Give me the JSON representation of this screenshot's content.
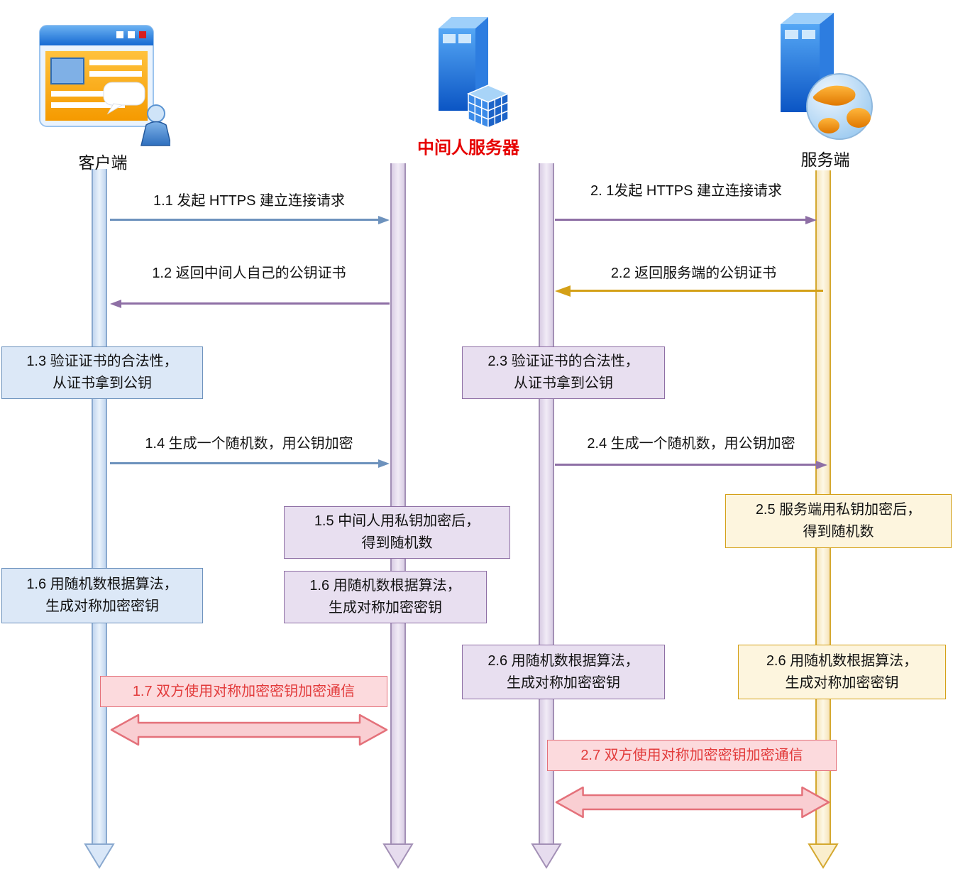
{
  "actors": {
    "client": {
      "label": "客户端"
    },
    "mitm": {
      "label": "中间人服务器"
    },
    "server": {
      "label": "服务端"
    }
  },
  "messages": {
    "m1_1": "1.1 发起 HTTPS 建立连接请求",
    "m2_1": "2. 1发起 HTTPS 建立连接请求",
    "m1_2": "1.2 返回中间人自己的公钥证书",
    "m2_2": "2.2 返回服务端的公钥证书",
    "m1_4": "1.4 生成一个随机数，用公钥加密",
    "m2_4": "2.4 生成一个随机数，用公钥加密"
  },
  "notes": {
    "n1_3": "1.3 验证证书的合法性，\n从证书拿到公钥",
    "n2_3": "2.3 验证证书的合法性，\n从证书拿到公钥",
    "n1_5": "1.5 中间人用私钥加密后，\n得到随机数",
    "n2_5": "2.5 服务端用私钥加密后，\n得到随机数",
    "n1_6_client": "1.6 用随机数根据算法，\n生成对称加密密钥",
    "n1_6_mitm": "1.6 用随机数根据算法，\n生成对称加密密钥",
    "n2_6_mitm": "2.6 用随机数根据算法，\n生成对称加密密钥",
    "n2_6_server": "2.6 用随机数根据算法，\n生成对称加密密钥",
    "n1_7": "1.7 双方使用对称加密密钥加密通信",
    "n2_7": "2.7 双方使用对称加密密钥加密通信"
  },
  "colors": {
    "client_accent": "#6d92bd",
    "mitm_accent": "#8e6fa5",
    "server_accent": "#d4a017",
    "comm_accent": "#e4717a",
    "comm_fill": "#f9ced2",
    "mitm_label": "#e60000"
  }
}
